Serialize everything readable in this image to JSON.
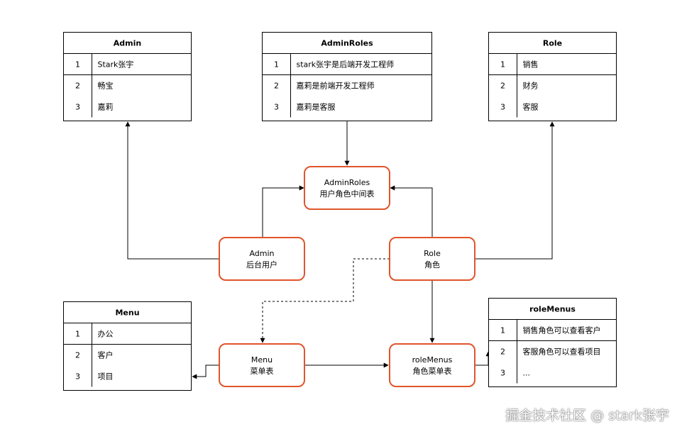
{
  "tables": {
    "admin": {
      "title": "Admin",
      "rows": [
        {
          "num": "1",
          "text": "Stark张宇"
        },
        {
          "num": "2",
          "text": "畅宝"
        },
        {
          "num": "3",
          "text": "嘉莉"
        }
      ]
    },
    "admin_roles": {
      "title": "AdminRoles",
      "rows": [
        {
          "num": "1",
          "text": "stark张宇是后端开发工程师"
        },
        {
          "num": "2",
          "text": "嘉莉是前端开发工程师"
        },
        {
          "num": "3",
          "text": "嘉莉是客服"
        }
      ]
    },
    "role": {
      "title": "Role",
      "rows": [
        {
          "num": "1",
          "text": "销售"
        },
        {
          "num": "2",
          "text": "财务"
        },
        {
          "num": "3",
          "text": "客服"
        }
      ]
    },
    "menu": {
      "title": "Menu",
      "rows": [
        {
          "num": "1",
          "text": "办公"
        },
        {
          "num": "2",
          "text": "客户"
        },
        {
          "num": "3",
          "text": "项目"
        }
      ]
    },
    "role_menus": {
      "title": "roleMenus",
      "rows": [
        {
          "num": "1",
          "text": "销售角色可以查看客户"
        },
        {
          "num": "2",
          "text": "客服角色可以查看项目"
        },
        {
          "num": "3",
          "text": "..."
        }
      ]
    }
  },
  "nodes": {
    "admin_roles": {
      "line1": "AdminRoles",
      "line2": "用户角色中间表"
    },
    "admin": {
      "line1": "Admin",
      "line2": "后台用户"
    },
    "role": {
      "line1": "Role",
      "line2": "角色"
    },
    "menu": {
      "line1": "Menu",
      "line2": "菜单表"
    },
    "role_menus": {
      "line1": "roleMenus",
      "line2": "角色菜单表"
    }
  },
  "colors": {
    "node_border": "#e0552b",
    "line": "#000000"
  },
  "watermark": "掘金技术社区 @ stark张宇"
}
